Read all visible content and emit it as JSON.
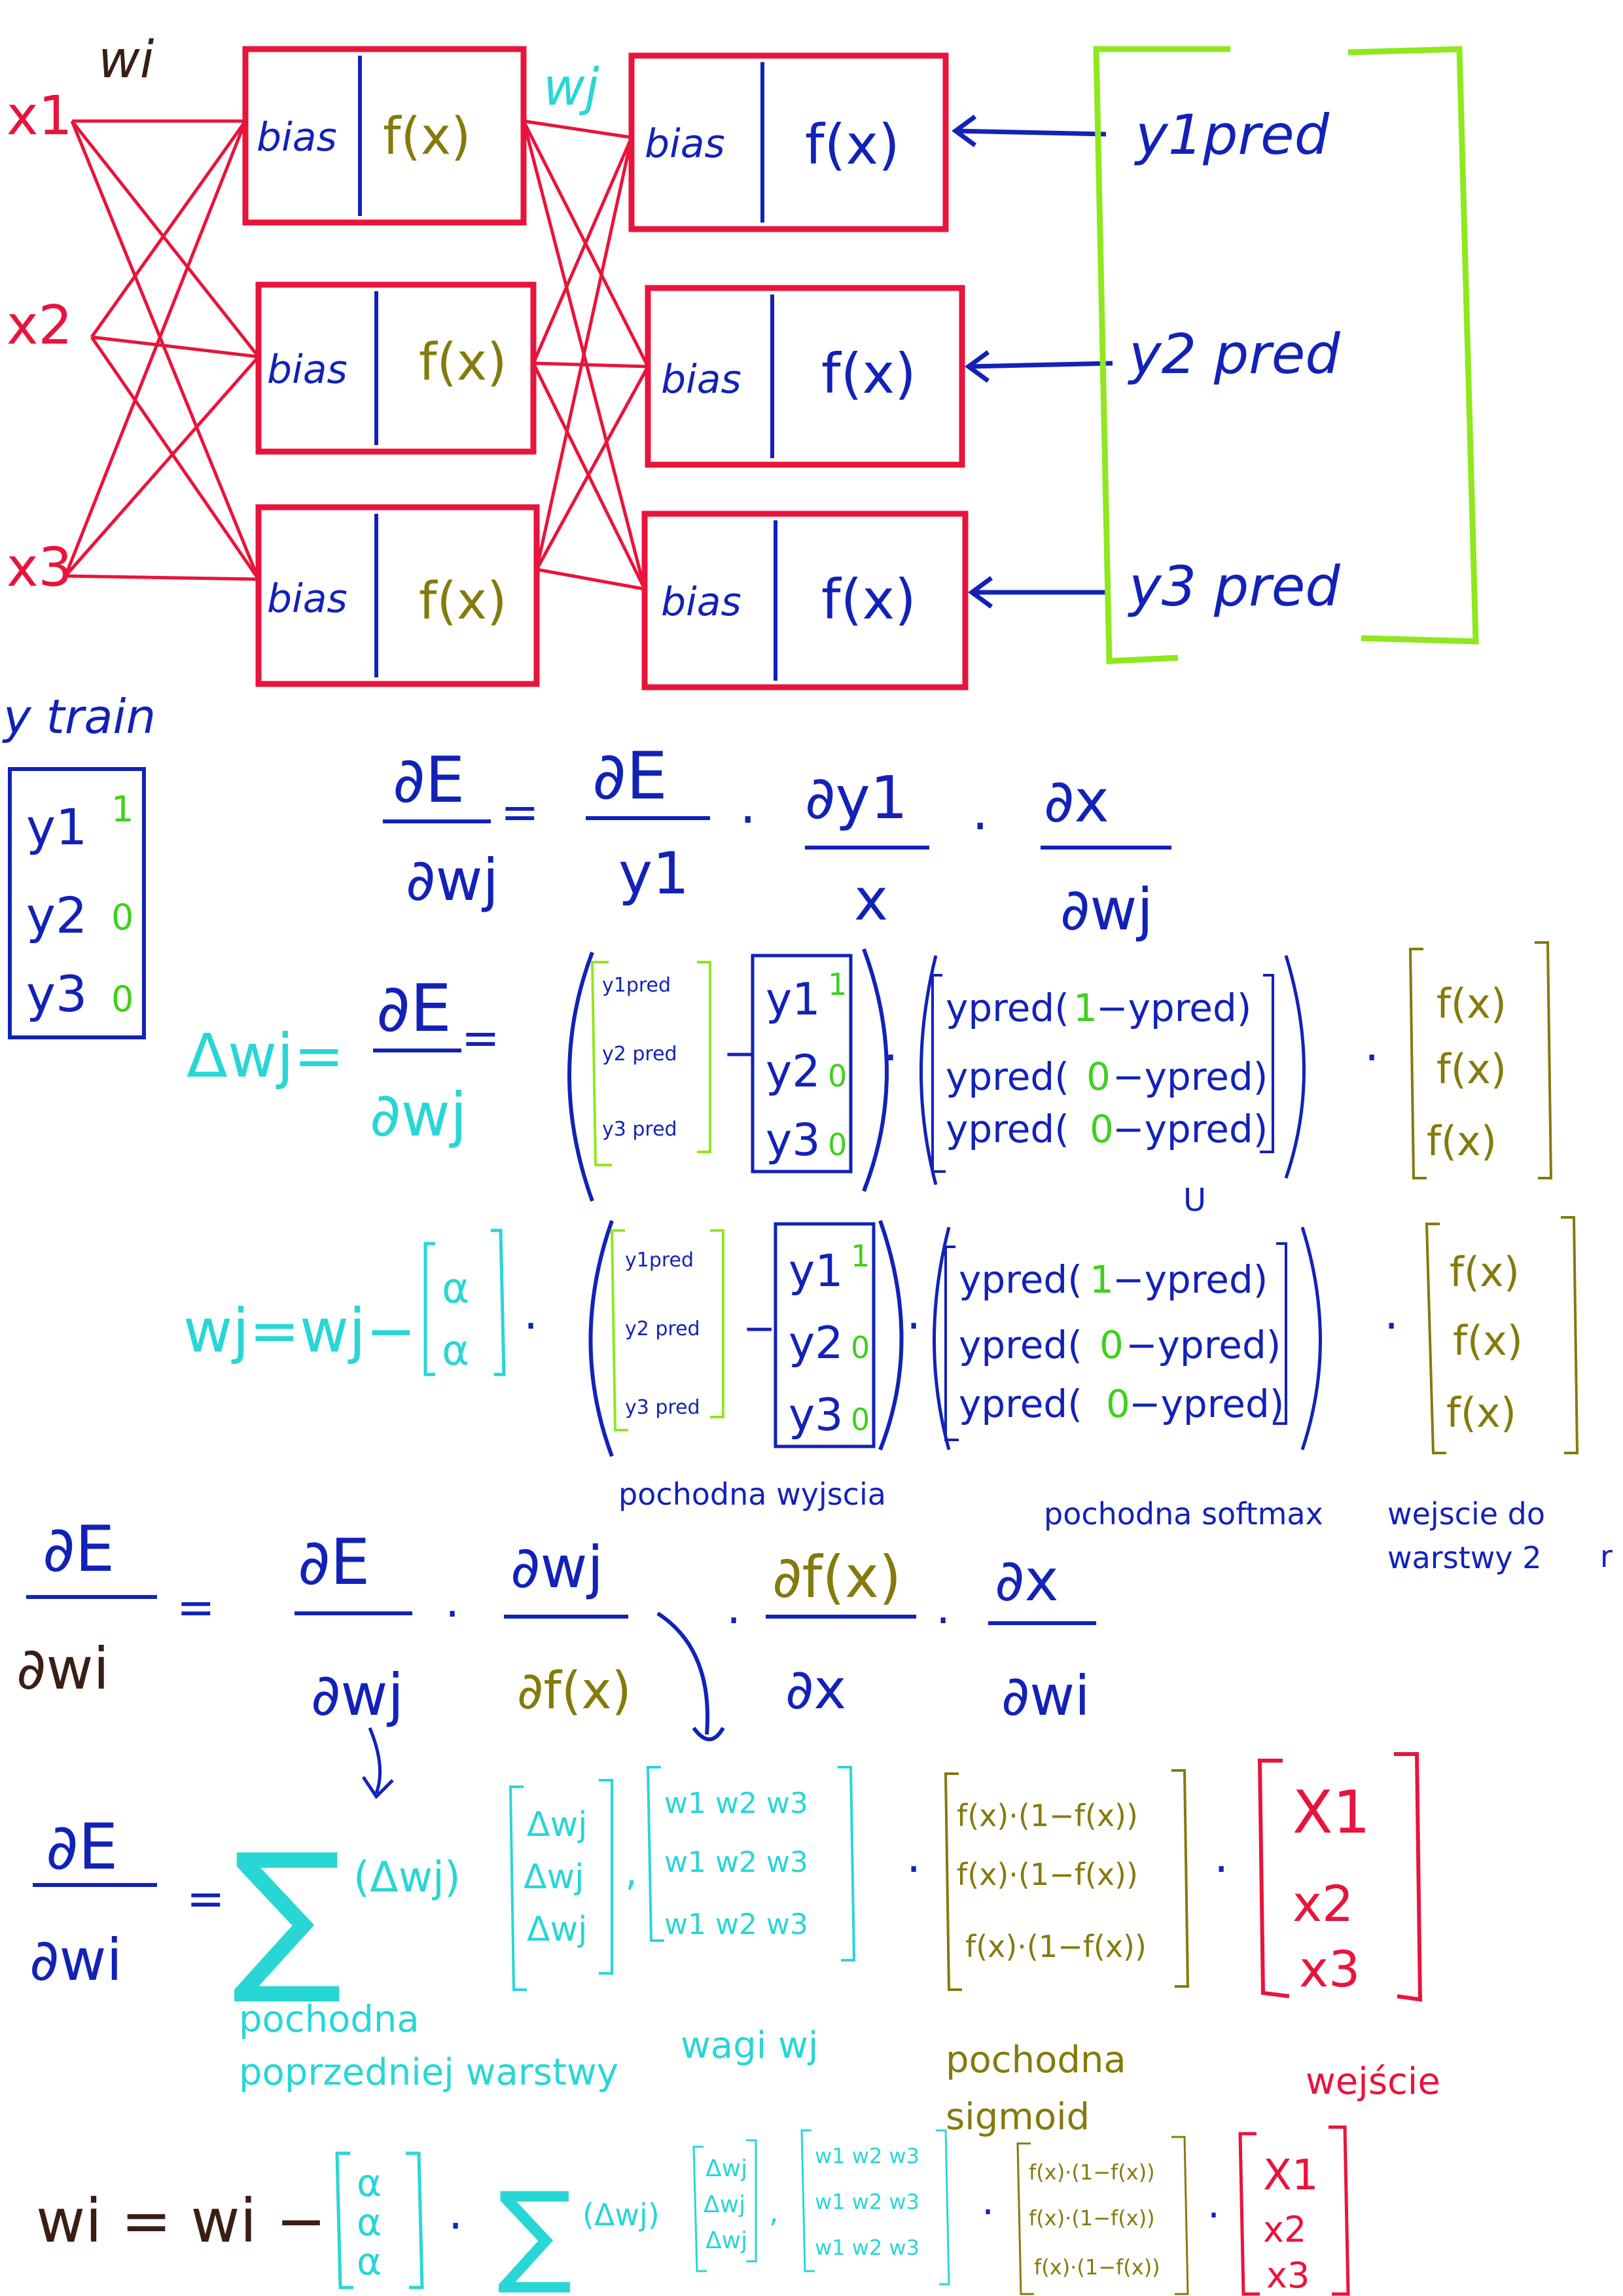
{
  "colors": {
    "red": "#e8143c",
    "blue": "#1222b8",
    "olive": "#857a0c",
    "cyan": "#29d6d6",
    "green": "#8fe81e",
    "dark": "#3a1e14",
    "lime": "#3fd01c"
  },
  "network": {
    "weight_label_wi": "wi",
    "weight_label_wj": "wj",
    "inputs": [
      "x1",
      "x2",
      "x3"
    ],
    "neuron_bias": "bias",
    "neuron_fx": "f(x)",
    "outputs": [
      "y1pred",
      "y2 pred",
      "y3 pred"
    ]
  },
  "ytrain": {
    "title": "y train",
    "rows": [
      "y1",
      "y2",
      "y3"
    ],
    "values": [
      "1",
      "0",
      "0"
    ]
  },
  "eq1": {
    "lhs_num": "∂E",
    "lhs_den": "∂wj",
    "eq": "=",
    "t1_num": "∂E",
    "t1_den": "y1",
    "t2_num": "∂y1",
    "t2_den": "x",
    "t3_num": "∂x",
    "t3_den": "∂wj",
    "dot": "·"
  },
  "eq2": {
    "lhs": "Δwj=",
    "frac_num": "∂E",
    "frac_den": "∂wj",
    "eq": "=",
    "pred": [
      "y1pred",
      "y2 pred",
      "y3 pred"
    ],
    "minus": "−",
    "true_rows": [
      "y1",
      "y2",
      "y3"
    ],
    "true_vals": [
      "1",
      "0",
      "0"
    ],
    "softmax_a": [
      "ypred(",
      "ypred(",
      "ypred("
    ],
    "softmax_v": [
      "1",
      "0",
      "0"
    ],
    "softmax_b": [
      "−ypred)",
      "−ypred)",
      "−ypred)"
    ],
    "fx": [
      "f(x)",
      "f(x)",
      "f(x)"
    ]
  },
  "eq3": {
    "lhs": "wj=wj−",
    "alpha": [
      "α",
      "α"
    ]
  },
  "captions1": {
    "deriv_output": "pochodna wyjscia",
    "deriv_softmax": "pochodna softmax",
    "input_layer2": "wejscie do\nwarstwy  2",
    "cut": "r"
  },
  "eq4": {
    "lhs_num": "∂E",
    "lhs_den": "∂wi",
    "eq": "=",
    "t1_num": "∂E",
    "t1_den": "∂wj",
    "t2_num": "∂wj",
    "t2_den": "∂f(x)",
    "t3_num": "∂f(x)",
    "t3_den": "∂x",
    "t4_num": "∂x",
    "t4_den": "∂wi"
  },
  "eq5": {
    "lhs_num": "∂E",
    "lhs_den": "∂wi",
    "eq": "=",
    "sum": "∑",
    "delta": "(Δwj)",
    "delta_rows": [
      "Δwj",
      "Δwj",
      "Δwj"
    ],
    "w_rows": [
      "w1  w2  w3",
      "w1  w2  w3",
      "w1  w2  w3"
    ],
    "sig_rows": [
      "f(x)·(1−f(x))",
      "f(x)·(1−f(x))",
      "f(x)·(1−f(x))"
    ],
    "x_rows": [
      "X1",
      "x2",
      "x3"
    ]
  },
  "captions2": {
    "prev_layer": "pochodna\npoprzedniej warstwy",
    "weights": "wagi wj",
    "deriv_sigmoid": "pochodna\nsigmoid",
    "input": "wejście"
  },
  "eq6": {
    "lhs": "wi = wi −",
    "alpha": [
      "α",
      "α",
      "α"
    ]
  }
}
